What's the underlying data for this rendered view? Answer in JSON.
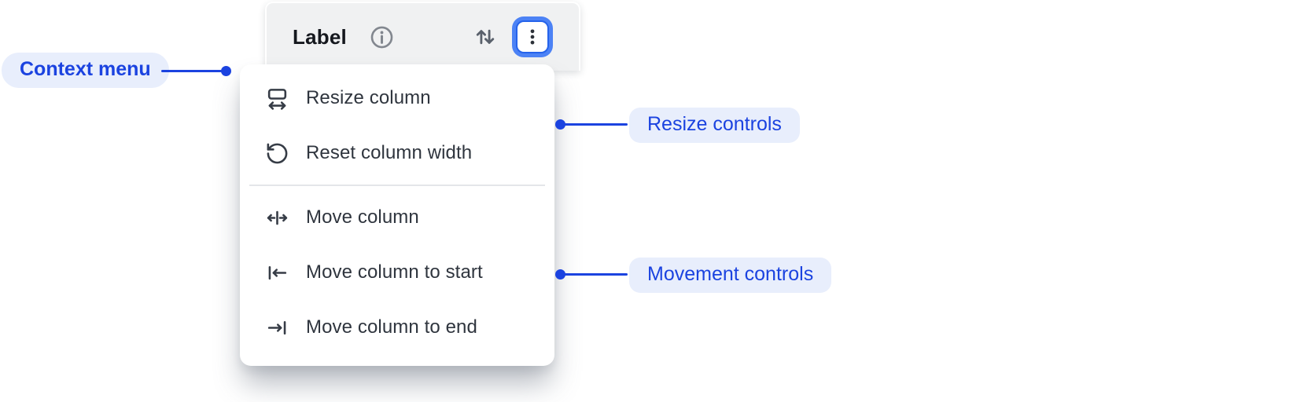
{
  "column_header": {
    "label": "Label",
    "info_icon": "info-icon",
    "sort_icon": "sort-arrows-icon",
    "menu_button_icon": "kebab-menu-icon"
  },
  "context_menu": {
    "items": [
      {
        "icon": "resize-column-icon",
        "label": "Resize column"
      },
      {
        "icon": "reset-column-width-icon",
        "label": "Reset column width"
      },
      {
        "icon": "move-column-icon",
        "label": "Move column"
      },
      {
        "icon": "move-column-to-start-icon",
        "label": "Move column to start"
      },
      {
        "icon": "move-column-to-end-icon",
        "label": "Move column to end"
      }
    ]
  },
  "annotations": {
    "context_menu": {
      "label": "Context menu"
    },
    "resize_controls": {
      "label": "Resize controls"
    },
    "movement_controls": {
      "label": "Movement controls"
    }
  },
  "colors": {
    "accent_blue": "#1b43e0",
    "annotation_pill_bg": "#e8eefc",
    "focus_ring_border": "#2563eb",
    "focus_ring_halo": "#4c82f5",
    "header_bg": "#f0f1f2",
    "menu_bg": "#ffffff",
    "menu_text": "#2f353e"
  }
}
